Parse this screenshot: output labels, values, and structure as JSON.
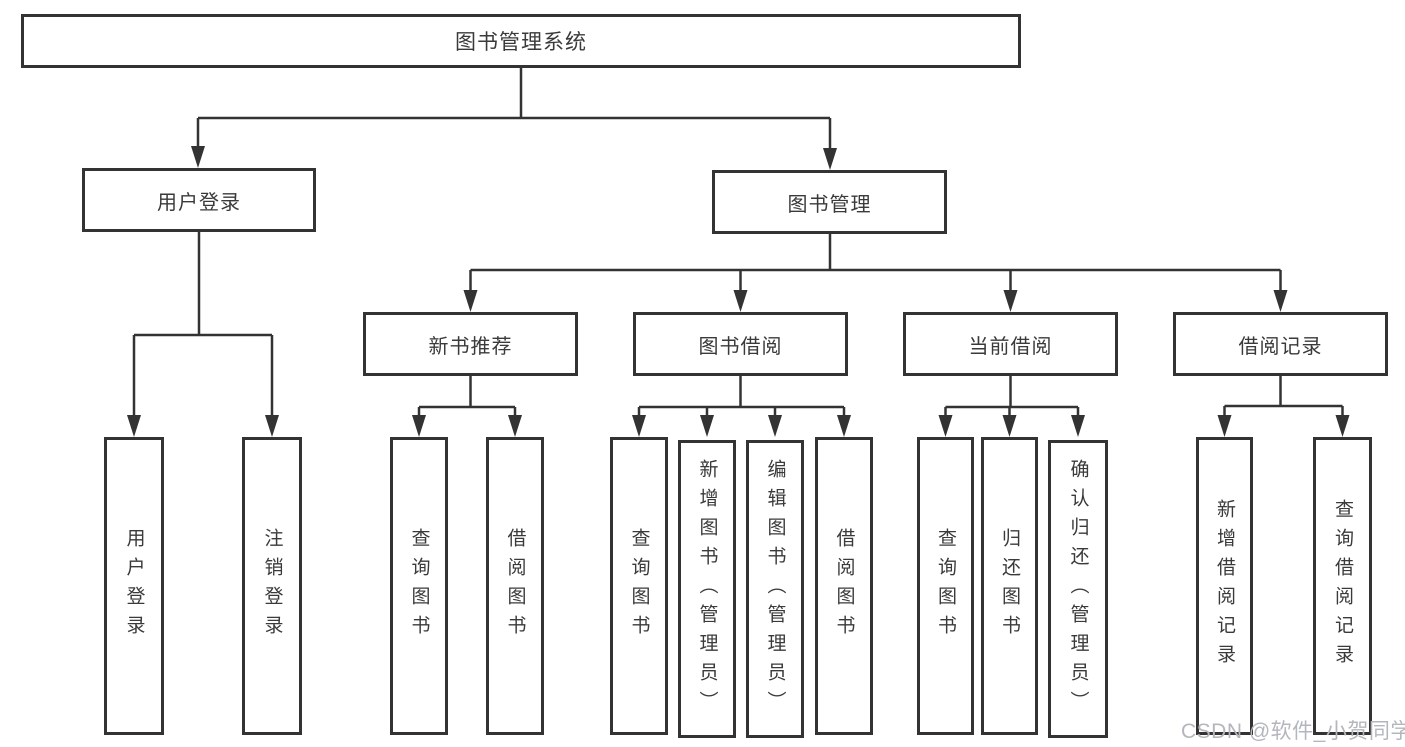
{
  "diagram": {
    "kind": "functional-structure-tree",
    "line_color": "#333333",
    "background": "#ffffff",
    "text_color": "#3a3a3a"
  },
  "tree": {
    "root": {
      "label": "图书管理系统",
      "children": [
        {
          "label": "用户登录",
          "children": [
            {
              "label": "用户登录"
            },
            {
              "label": "注销登录"
            }
          ]
        },
        {
          "label": "图书管理",
          "children": [
            {
              "label": "新书推荐",
              "children": [
                {
                  "label": "查询图书"
                },
                {
                  "label": "借阅图书"
                }
              ]
            },
            {
              "label": "图书借阅",
              "children": [
                {
                  "label": "查询图书"
                },
                {
                  "label": "新增图书（管理员）"
                },
                {
                  "label": "编辑图书（管理员）"
                },
                {
                  "label": "借阅图书"
                }
              ]
            },
            {
              "label": "当前借阅",
              "children": [
                {
                  "label": "查询图书"
                },
                {
                  "label": "归还图书"
                },
                {
                  "label": "确认归还（管理员）"
                }
              ]
            },
            {
              "label": "借阅记录",
              "children": [
                {
                  "label": "新增借阅记录"
                },
                {
                  "label": "查询借阅记录"
                }
              ]
            }
          ]
        }
      ]
    }
  },
  "watermark": {
    "text": "CSDN @软件_小贺同学"
  }
}
